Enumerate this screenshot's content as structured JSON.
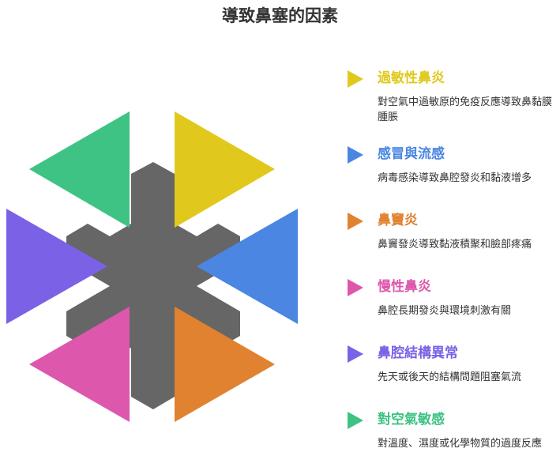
{
  "title": "導致鼻塞的因素",
  "factors": [
    {
      "heading": "過敏性鼻炎",
      "description": "對空氣中過敏原的免疫反應導致鼻黏膜腫脹",
      "color": "#E0C91C"
    },
    {
      "heading": "感冒與流感",
      "description": "病毒感染導致鼻腔發炎和黏液增多",
      "color": "#4A86E2"
    },
    {
      "heading": "鼻竇炎",
      "description": "鼻竇發炎導致黏液積聚和臉部疼痛",
      "color": "#E0822F"
    },
    {
      "heading": "慢性鼻炎",
      "description": "鼻腔長期發炎與環境刺激有關",
      "color": "#DD57AC"
    },
    {
      "heading": "鼻腔結構異常",
      "description": "先天或後天的結構問題阻塞氣流",
      "color": "#7B61E6"
    },
    {
      "heading": "對空氣敏感",
      "description": "對溫度、濕度或化學物質的過度反應",
      "color": "#3EC384"
    }
  ],
  "hub_color": "#666666"
}
